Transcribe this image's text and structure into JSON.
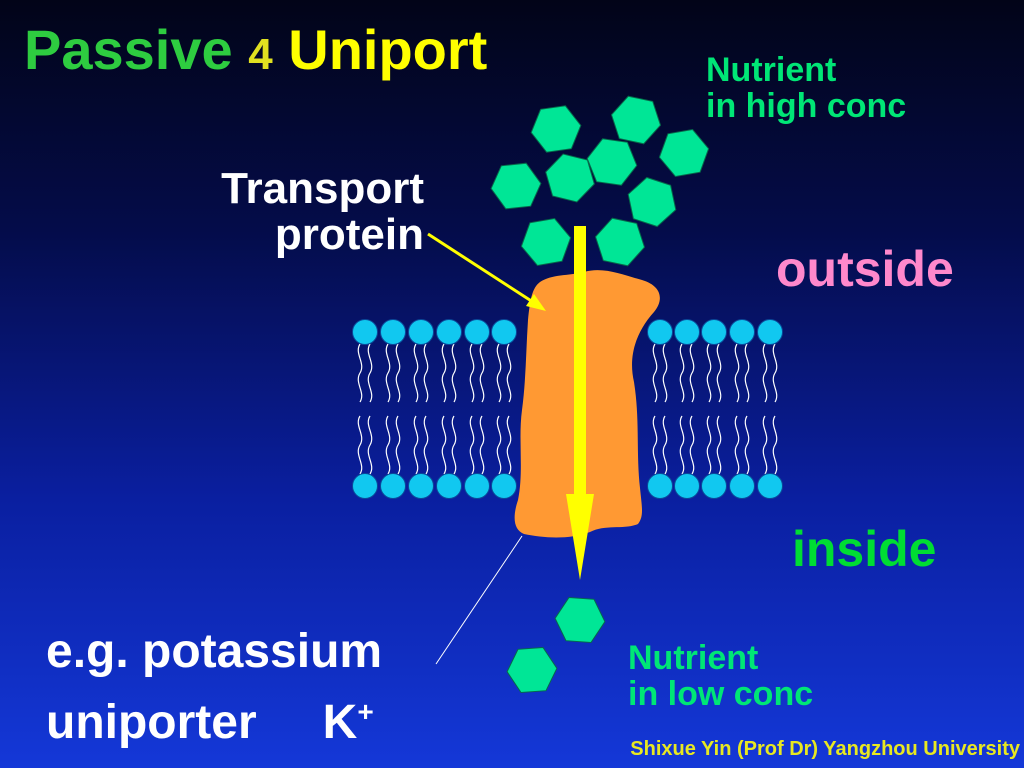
{
  "title": {
    "word1": "Passive",
    "number": "4",
    "word2": "Uniport"
  },
  "labels": {
    "nutrient_high_1": "Nutrient",
    "nutrient_high_2": "in high conc",
    "transport_protein_1": "Transport",
    "transport_protein_2": "protein",
    "outside": "outside",
    "inside": "inside",
    "nutrient_low_1": "Nutrient",
    "nutrient_low_2": "in low conc",
    "example_1": "e.g. potassium",
    "example_2": "uniporter",
    "ion": "K",
    "ion_charge": "+"
  },
  "credit": "Shixue Yin (Prof Dr) Yangzhou University",
  "colors": {
    "nutrient": "#00e696",
    "protein": "#ff9933",
    "lipid_head": "#11c8f0",
    "arrow": "#ffff00"
  }
}
